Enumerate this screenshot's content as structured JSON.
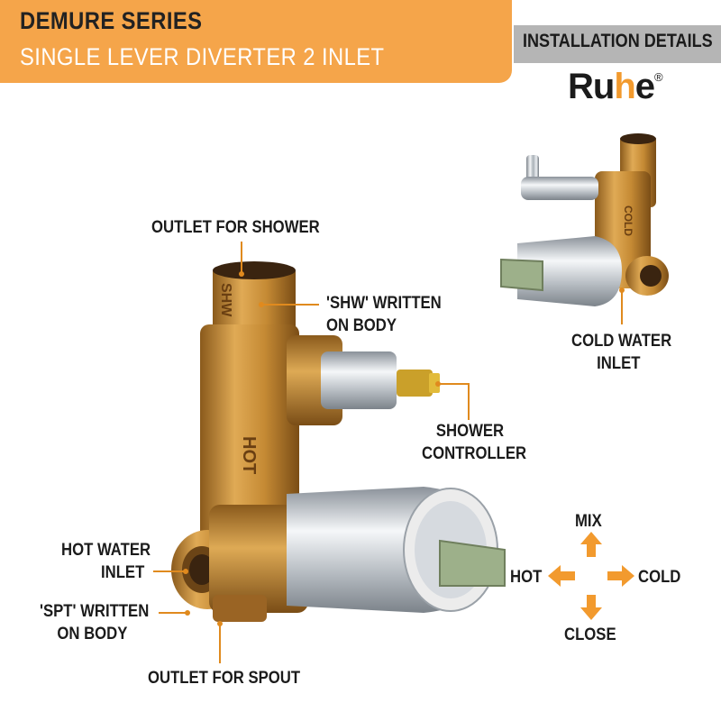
{
  "header": {
    "series": "DEMURE SERIES",
    "product": "SINGLE LEVER DIVERTER 2 INLET"
  },
  "installation": {
    "label": "INSTALLATION DETAILS"
  },
  "brand": {
    "name_part1": "Ru",
    "name_drop": "h",
    "name_part2": "e",
    "registered": "®"
  },
  "callouts": {
    "outlet_shower": "OUTLET FOR SHOWER",
    "shw_line1": "'SHW' WRITTEN",
    "shw_line2": "ON BODY",
    "shower_ctrl_line1": "SHOWER",
    "shower_ctrl_line2": "CONTROLLER",
    "hot_inlet_line1": "HOT WATER",
    "hot_inlet_line2": "INLET",
    "spt_line1": "'SPT' WRITTEN",
    "spt_line2": "ON BODY",
    "outlet_spout": "OUTLET FOR SPOUT",
    "cold_inlet_line1": "COLD WATER",
    "cold_inlet_line2": "INLET"
  },
  "directions": {
    "up": "MIX",
    "left": "HOT",
    "right": "COLD",
    "down": "CLOSE"
  },
  "body_markings": {
    "shw": "SHW",
    "hot": "HOT",
    "cold": "COLD"
  },
  "colors": {
    "accent": "#f5a54a",
    "gray_band": "#b5b5b5",
    "brass": "#c9923a",
    "chrome": "#d9dde2",
    "arrow": "#f29a2e",
    "leader": "#e08a1e"
  }
}
